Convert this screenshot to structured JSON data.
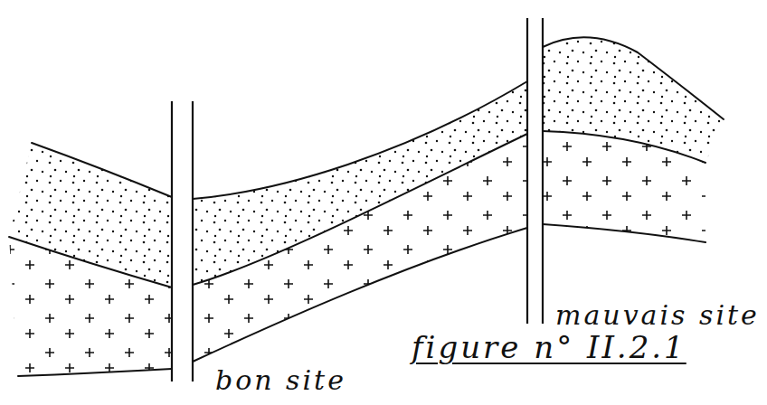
{
  "diagram": {
    "caption": "figure n° II.2.1",
    "labels": [
      "bon site",
      "mauvais site"
    ]
  }
}
